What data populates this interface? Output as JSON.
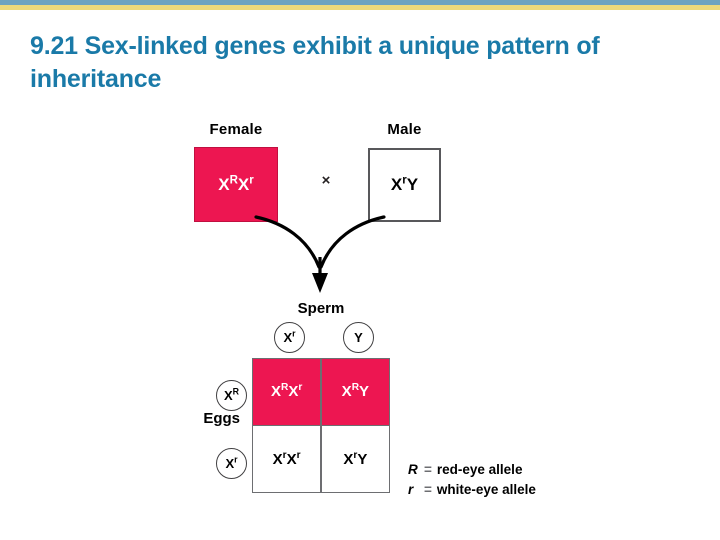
{
  "slide": {
    "title": "9.21 Sex-linked genes exhibit a unique pattern of inheritance",
    "accent_color": "#1a7aa8",
    "bar_blue": "#6fa3bf",
    "bar_yellow": "#eed97a"
  },
  "figure": {
    "cross_symbol": "×",
    "red_color": "#ed1651",
    "parents": [
      {
        "label": "Female",
        "genotype": "XRXr",
        "genotype_parts": [
          "X",
          "R",
          "X",
          "r"
        ],
        "fill": "red",
        "phenotype_color": "#ed1651"
      },
      {
        "label": "Male",
        "genotype": "XrY",
        "genotype_parts": [
          "X",
          "r",
          "Y"
        ],
        "fill": "white",
        "phenotype_color": "#ffffff"
      }
    ],
    "sperm": {
      "label": "Sperm",
      "gametes": [
        {
          "base": "X",
          "superscript": "r"
        },
        {
          "base": "Y",
          "superscript": ""
        }
      ]
    },
    "eggs": {
      "label": "Eggs",
      "gametes": [
        {
          "base": "X",
          "superscript": "R"
        },
        {
          "base": "X",
          "superscript": "r"
        }
      ]
    },
    "punnett": {
      "rows": [
        [
          {
            "genotype": "XRXr",
            "parts": [
              "X",
              "R",
              "X",
              "r"
            ],
            "fill": "red"
          },
          {
            "genotype": "XRY",
            "parts": [
              "X",
              "R",
              "Y",
              ""
            ],
            "fill": "red"
          }
        ],
        [
          {
            "genotype": "XrXr",
            "parts": [
              "X",
              "r",
              "X",
              "r"
            ],
            "fill": "white"
          },
          {
            "genotype": "XrY",
            "parts": [
              "X",
              "r",
              "Y",
              ""
            ],
            "fill": "white"
          }
        ]
      ]
    },
    "legend": [
      {
        "symbol": "R",
        "equals": "=",
        "description": "red-eye allele"
      },
      {
        "symbol": "r",
        "equals": "=",
        "description": "white-eye allele"
      }
    ]
  }
}
